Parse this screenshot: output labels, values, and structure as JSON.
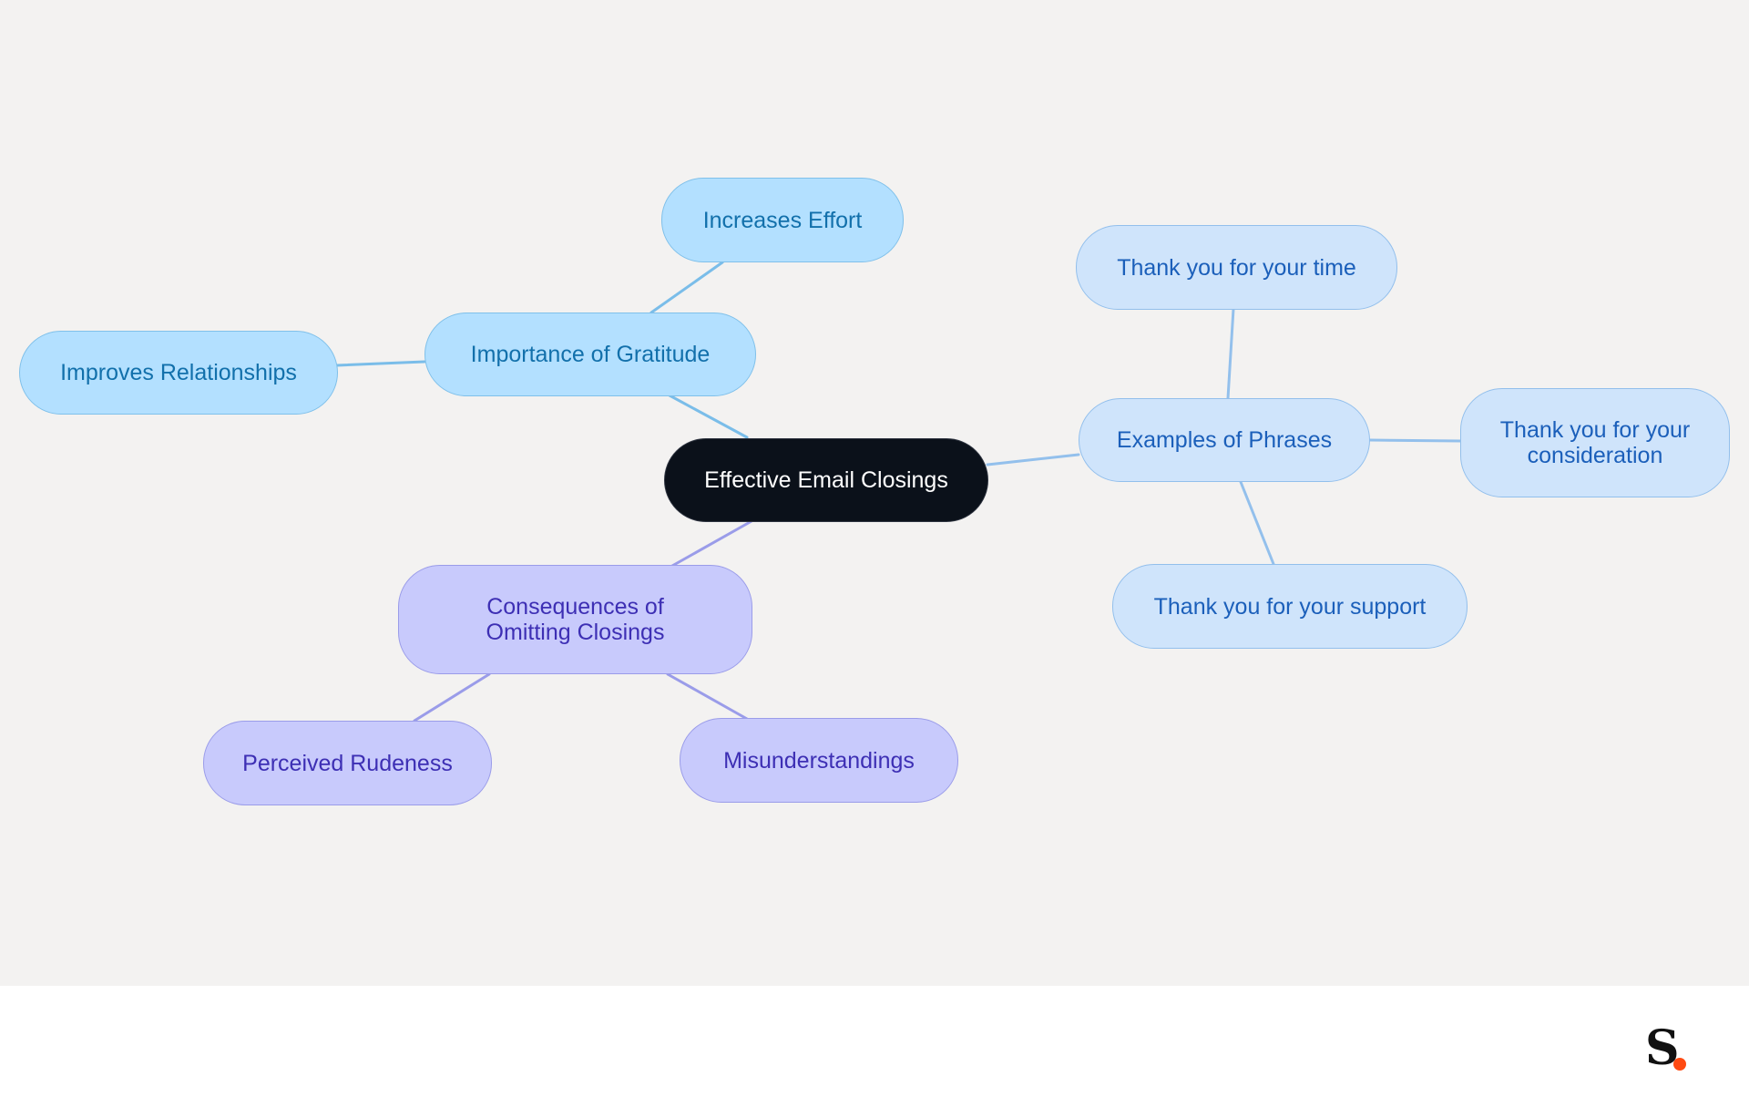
{
  "diagram": {
    "root": "Effective Email Closings",
    "branches": [
      {
        "label": "Importance of Gratitude",
        "children": [
          "Increases Effort",
          "Improves Relationships"
        ]
      },
      {
        "label": "Examples of Phrases",
        "children": [
          "Thank you for your time",
          "Thank you for your consideration",
          "Thank you for your support"
        ]
      },
      {
        "label": "Consequences of Omitting Closings",
        "children": [
          "Perceived Rudeness",
          "Misunderstandings"
        ]
      }
    ]
  },
  "colors": {
    "background": "#f3f2f1",
    "root_fill": "#0b111a",
    "gratitude_fill": "#b3e0ff",
    "gratitude_line": "#7abde9",
    "phrases_fill": "#cfe4fb",
    "phrases_line": "#93c0ec",
    "consequences_fill": "#c8cafc",
    "consequences_line": "#9a9ce9",
    "logo_dot": "#ff4a12"
  },
  "logo": {
    "mark": "s-logo-icon"
  }
}
